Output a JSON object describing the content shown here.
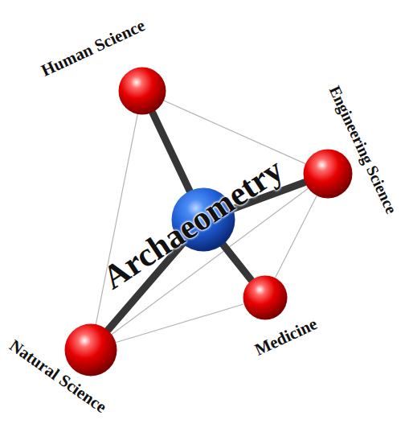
{
  "diagram": {
    "nodes": [
      {
        "text": [
          "Archaeometry"
        ]
      },
      {
        "text": [
          "Human Science"
        ]
      },
      {
        "text": [
          "Engineering Science"
        ]
      },
      {
        "text": [
          "Medicine"
        ]
      },
      {
        "text": [
          "Natural Science"
        ]
      }
    ],
    "edges": [
      {
        "from": 0,
        "to": 1,
        "arrow": "none"
      },
      {
        "from": 0,
        "to": 2,
        "arrow": "none"
      },
      {
        "from": 0,
        "to": 3,
        "arrow": "none"
      },
      {
        "from": 0,
        "to": 4,
        "arrow": "none"
      },
      {
        "from": 1,
        "to": 2,
        "arrow": "none"
      },
      {
        "from": 1,
        "to": 4,
        "arrow": "none"
      },
      {
        "from": 2,
        "to": 4,
        "arrow": "none"
      },
      {
        "from": 2,
        "to": 3,
        "arrow": "none"
      },
      {
        "from": 3,
        "to": 4,
        "arrow": "none"
      }
    ]
  }
}
